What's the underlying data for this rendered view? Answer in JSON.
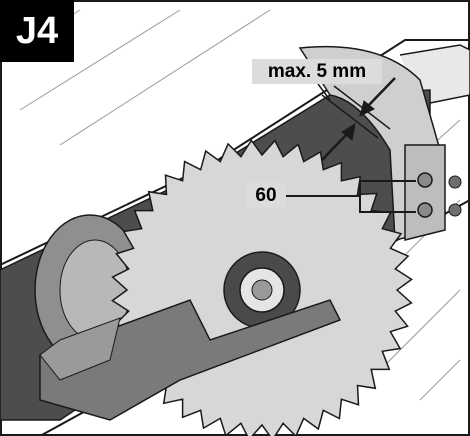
{
  "figure": {
    "badge_label": "J4",
    "clearance_label": "max. 5 mm",
    "screw_label": "60"
  },
  "colors": {
    "badge_bg": "#000000",
    "badge_text": "#ffffff",
    "callout_bg": "#dcdcdc",
    "line": "#1a1a1a",
    "blade_fill": "#d7d7d7",
    "table_fill": "#f2f2f2",
    "shadow_fill": "#555555"
  },
  "icons": [
    "saw-blade-icon",
    "riving-knife-icon",
    "screw-icon",
    "arrow-icon"
  ]
}
